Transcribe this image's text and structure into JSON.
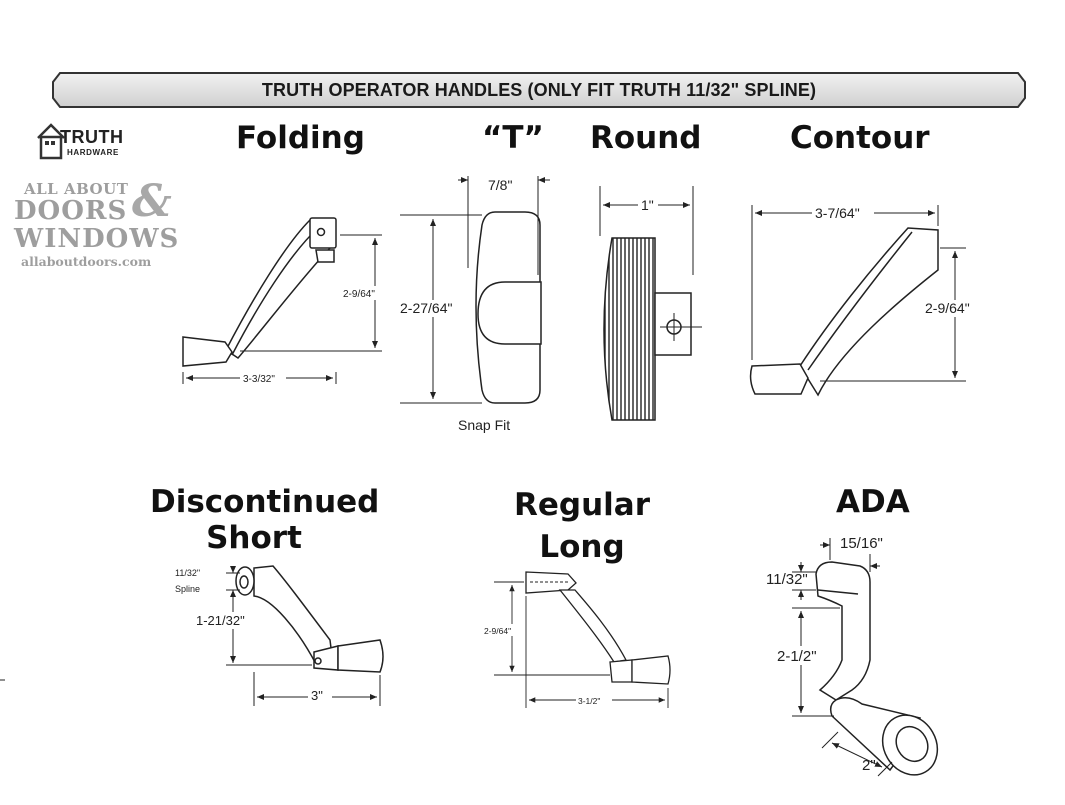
{
  "banner": {
    "text": "TRUTH OPERATOR HANDLES (ONLY FIT TRUTH 11/32\" SPLINE)"
  },
  "logo": {
    "name": "TRUTH",
    "sub": "HARDWARE"
  },
  "watermark": {
    "line1": "ALL ABOUT",
    "line2": "DOORS",
    "ampersand": "&",
    "line3": "WINDOWS",
    "url": "allaboutdoors.com"
  },
  "handles": {
    "folding": {
      "title": "Folding",
      "height_dim": "2-9/64\"",
      "width_dim": "3-3/32\""
    },
    "t": {
      "title": "“T”",
      "width_dim": "7/8\"",
      "height_dim": "2-27/64\"",
      "note": "Snap Fit"
    },
    "round": {
      "title": "Round",
      "width_dim": "1\""
    },
    "contour": {
      "title": "Contour",
      "width_dim": "3-7/64\"",
      "height_dim": "2-9/64\""
    },
    "discontinued_short": {
      "title_line1": "Discontinued",
      "title_line2": "Short",
      "spline_dim": "11/32\"",
      "spline_label": "Spline",
      "height_dim": "1-21/32\"",
      "width_dim": "3\""
    },
    "regular_long": {
      "title_line1": "Regular",
      "title_line2": "Long",
      "height_dim": "2-9/64\"",
      "width_dim": "3-1/2\""
    },
    "ada": {
      "title": "ADA",
      "top_dim": "15/16\"",
      "spline_dim": "11/32\"",
      "height_dim": "2-1/2\"",
      "knob_dim": "2\""
    }
  }
}
